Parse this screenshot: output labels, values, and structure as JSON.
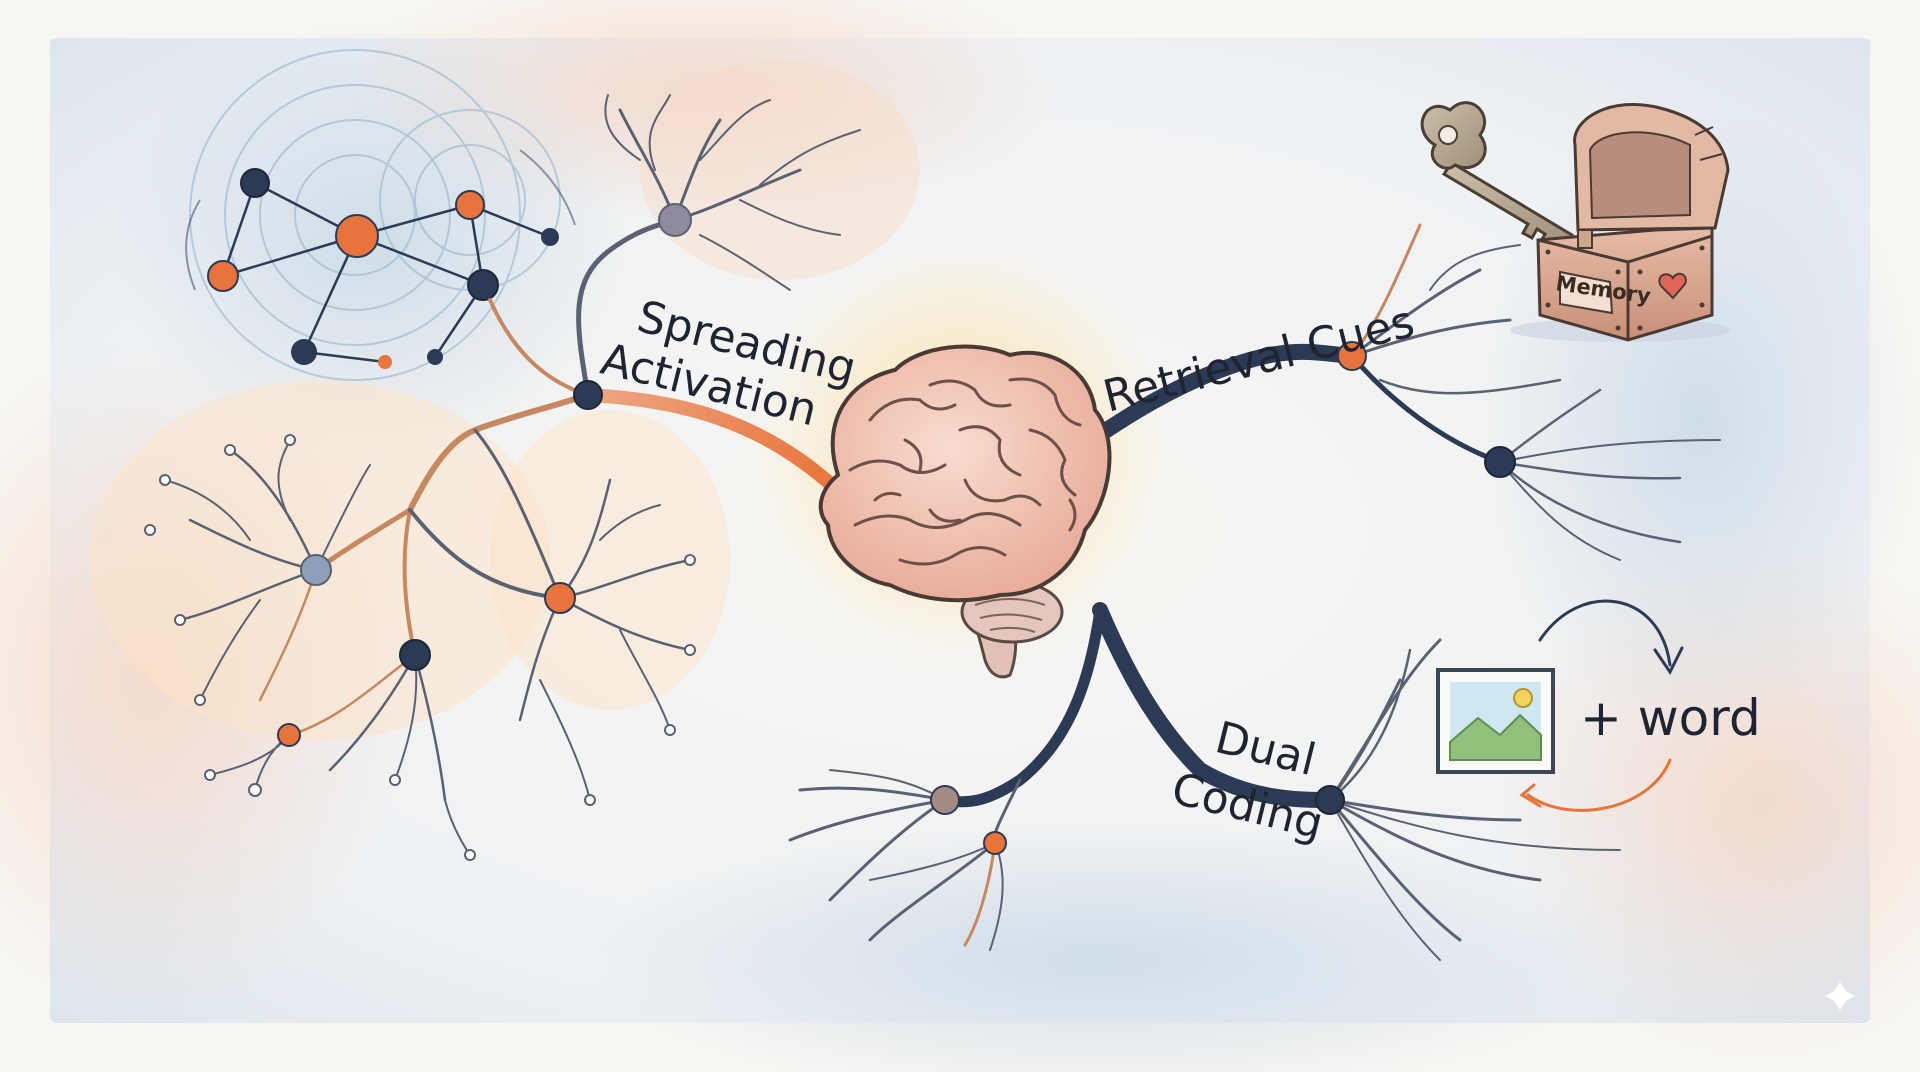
{
  "palette": {
    "navy": "#2b3a55",
    "orange": "#e8743b",
    "paper": "#f7f4ee",
    "brain": "#f1c7b6"
  },
  "center": {
    "icon": "brain-icon"
  },
  "branches": [
    {
      "id": "spreading",
      "lines": [
        "Spreading",
        "Activation"
      ],
      "color": "#e8743b"
    },
    {
      "id": "retrieval",
      "label": "Retrieval Cues",
      "color": "#2b3a55"
    },
    {
      "id": "dual",
      "lines": [
        "Dual",
        "Coding"
      ],
      "color": "#2b3a55"
    }
  ],
  "illustrations": {
    "network": {
      "icon": "semantic-network-icon"
    },
    "chest": {
      "icon": "treasure-chest-icon",
      "tag": "Memory"
    },
    "key": {
      "icon": "key-icon"
    },
    "picture": {
      "icon": "landscape-picture-icon"
    },
    "word": "+ word"
  }
}
